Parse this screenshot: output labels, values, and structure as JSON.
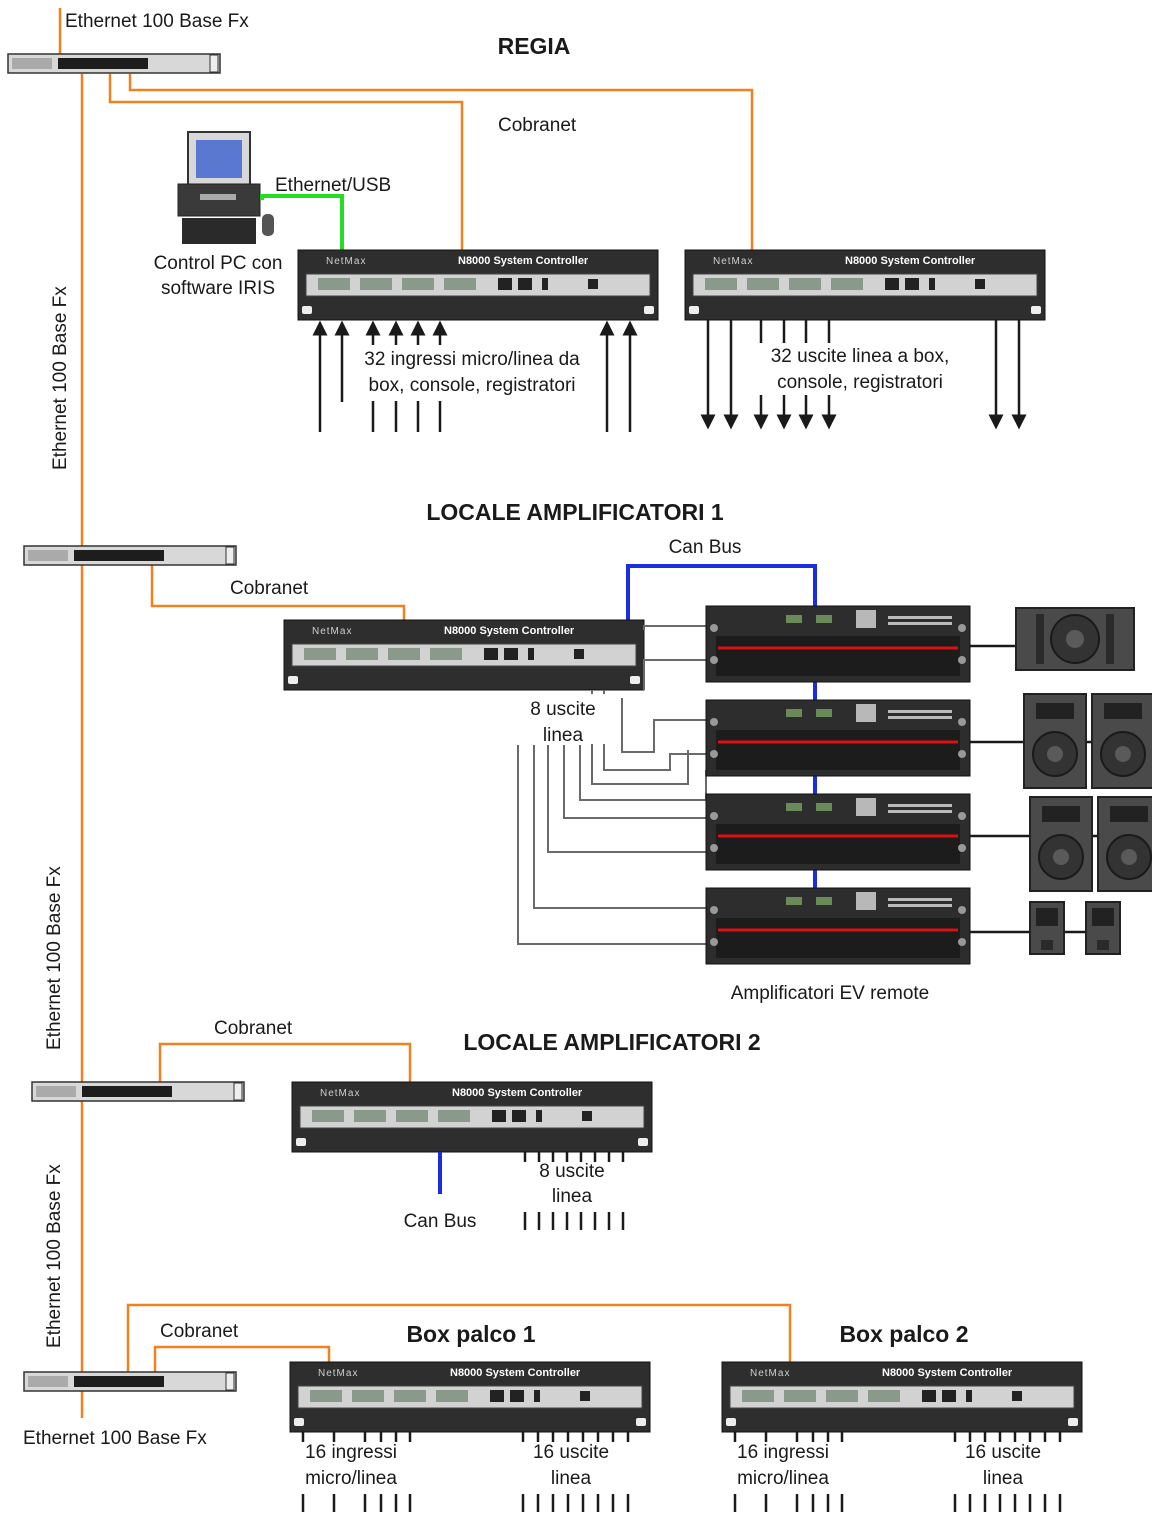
{
  "colors": {
    "ethernet": "#f08020",
    "can_bus": "#1a2ee0",
    "usb": "#22dd22",
    "signal": "#1a1a1a",
    "device_body": "#2e2e2e"
  },
  "icons": {
    "switch": "network-switch-icon",
    "controller": "rack-controller-icon",
    "amplifier": "power-amplifier-icon",
    "speaker": "loudspeaker-icon",
    "pc": "desktop-pc-icon"
  },
  "sections": {
    "regia": "REGIA",
    "locale1": "LOCALE AMPLIFICATORI 1",
    "locale2": "LOCALE AMPLIFICATORI 2",
    "box1": "Box palco 1",
    "box2": "Box palco 2"
  },
  "labels": {
    "eth_top": "Ethernet 100 Base Fx",
    "eth_v1": "Ethernet 100 Base Fx",
    "eth_v2": "Ethernet 100 Base Fx",
    "eth_v3": "Ethernet 100 Base Fx",
    "eth_bottom": "Ethernet 100 Base Fx",
    "cobranet_regia": "Cobranet",
    "cobranet_l1": "Cobranet",
    "cobranet_l2": "Cobranet",
    "cobranet_box": "Cobranet",
    "ethernet_usb": "Ethernet/USB",
    "pc_line1": "Control PC con",
    "pc_line2": "software IRIS",
    "regia_in_1": "32 ingressi micro/linea da",
    "regia_in_2": "box, console, registratori",
    "regia_out_1": "32 uscite linea a box,",
    "regia_out_2": "console, registratori",
    "canbus_l1": "Can Bus",
    "l1_out_1": "8 uscite",
    "l1_out_2": "linea",
    "amps_caption": "Amplificatori EV remote",
    "l2_out_1": "8 uscite",
    "l2_out_2": "linea",
    "canbus_l2": "Can Bus",
    "box1_in_1": "16 ingressi",
    "box1_in_2": "micro/linea",
    "box1_out_1": "16 uscite",
    "box1_out_2": "linea",
    "box2_in_1": "16 ingressi",
    "box2_in_2": "micro/linea",
    "box2_out_1": "16 uscite",
    "box2_out_2": "linea"
  },
  "device": {
    "brand": "NetMax",
    "model": "N8000 System Controller"
  }
}
